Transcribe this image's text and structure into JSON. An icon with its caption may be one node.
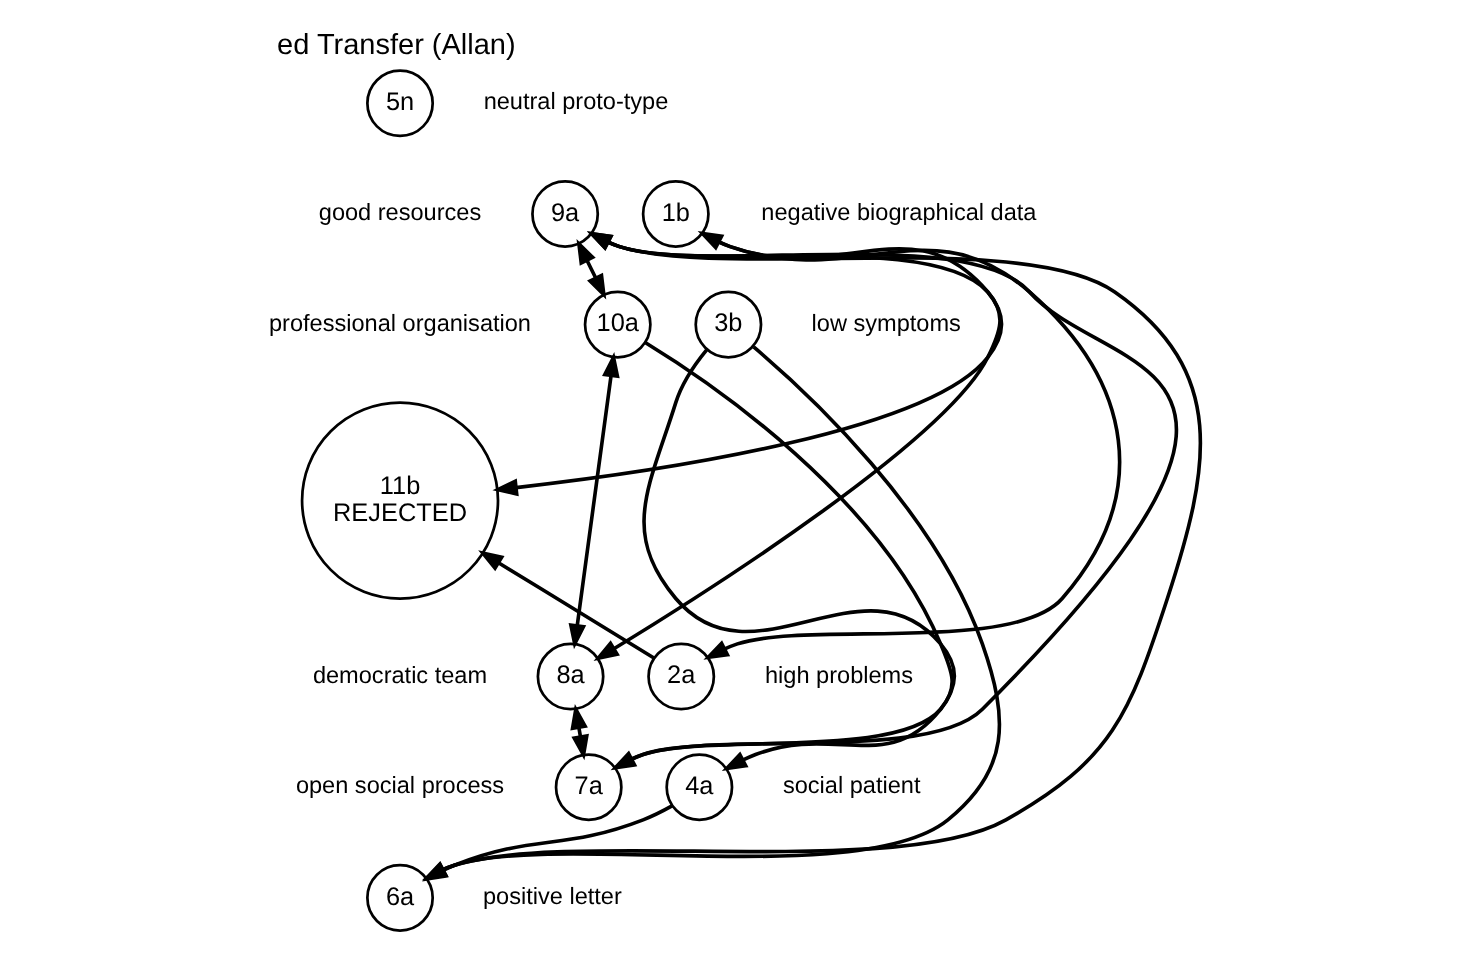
{
  "diagram": {
    "title": "ed Transfer (Allan)",
    "nodes": [
      {
        "text": [
          "5n"
        ],
        "beside": [
          "neutral proto-type"
        ]
      },
      {
        "text": [
          "9a"
        ],
        "beside": [
          "good resources"
        ]
      },
      {
        "text": [
          "1b"
        ],
        "beside": [
          "negative biographical data"
        ]
      },
      {
        "text": [
          "10a"
        ],
        "beside": [
          "professional organisation"
        ]
      },
      {
        "text": [
          "3b"
        ],
        "beside": [
          "low symptoms"
        ]
      },
      {
        "text": [
          "11b",
          "REJECTED"
        ]
      },
      {
        "text": [
          "8a"
        ],
        "beside": [
          "democratic team"
        ]
      },
      {
        "text": [
          "2a"
        ],
        "beside": [
          "high problems"
        ]
      },
      {
        "text": [
          "7a"
        ],
        "beside": [
          "open social process"
        ]
      },
      {
        "text": [
          "4a"
        ],
        "beside": [
          "social patient"
        ]
      },
      {
        "text": [
          "6a"
        ],
        "beside": [
          "positive letter"
        ]
      }
    ],
    "edges": [
      {
        "from": 2,
        "to": 5,
        "arrow": "to"
      },
      {
        "from": 7,
        "to": 5,
        "arrow": "to"
      },
      {
        "from": 2,
        "to": 7,
        "arrow": "both"
      },
      {
        "from": 4,
        "to": 10,
        "arrow": "to"
      },
      {
        "from": 4,
        "to": 9,
        "arrow": "to"
      },
      {
        "from": 9,
        "to": 10,
        "arrow": "to"
      },
      {
        "from": 10,
        "to": 1,
        "arrow": "to"
      },
      {
        "from": 8,
        "to": 1,
        "arrow": "to"
      },
      {
        "from": 1,
        "to": 6,
        "arrow": "to"
      },
      {
        "from": 3,
        "to": 8,
        "arrow": "to"
      },
      {
        "from": 1,
        "to": 3,
        "arrow": "both"
      },
      {
        "from": 3,
        "to": 6,
        "arrow": "both"
      },
      {
        "from": 6,
        "to": 8,
        "arrow": "both"
      }
    ]
  }
}
